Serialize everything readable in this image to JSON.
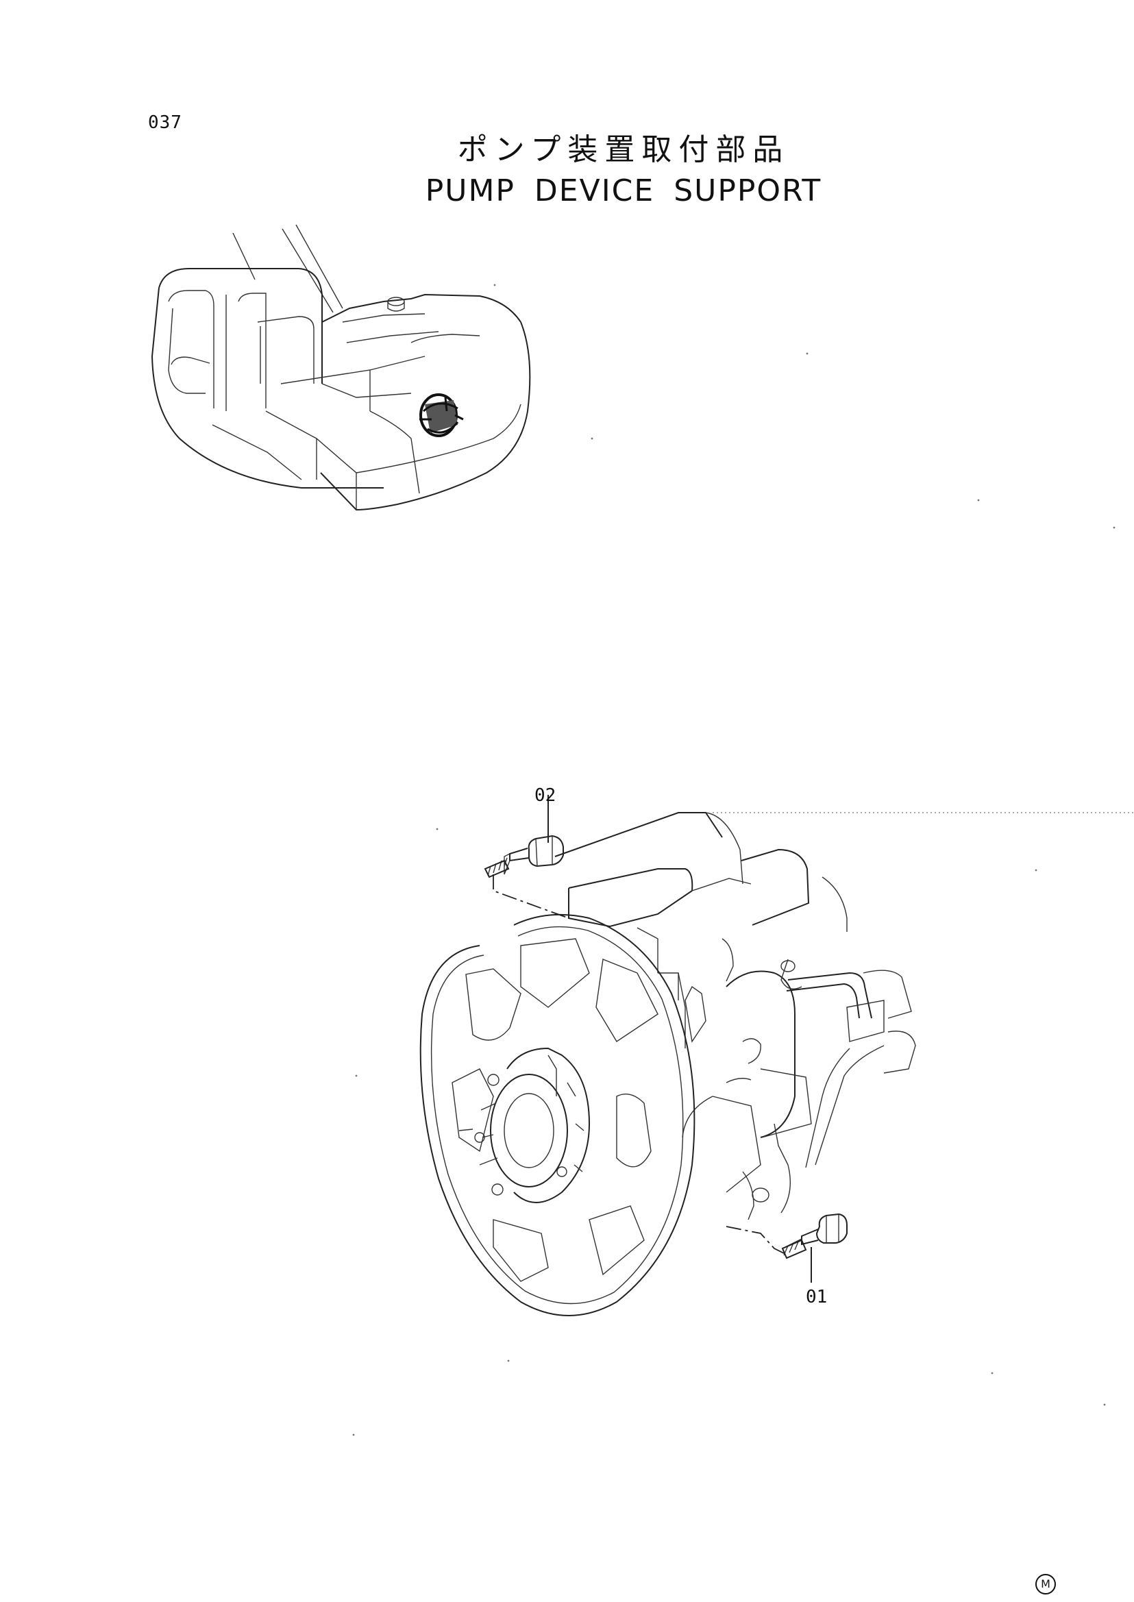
{
  "page": {
    "number": "037"
  },
  "title": {
    "japanese": "ポンプ装置取付部品",
    "english": "PUMP DEVICE SUPPORT"
  },
  "callouts": [
    {
      "id": "02"
    },
    {
      "id": "01"
    }
  ],
  "corner_mark": "M"
}
